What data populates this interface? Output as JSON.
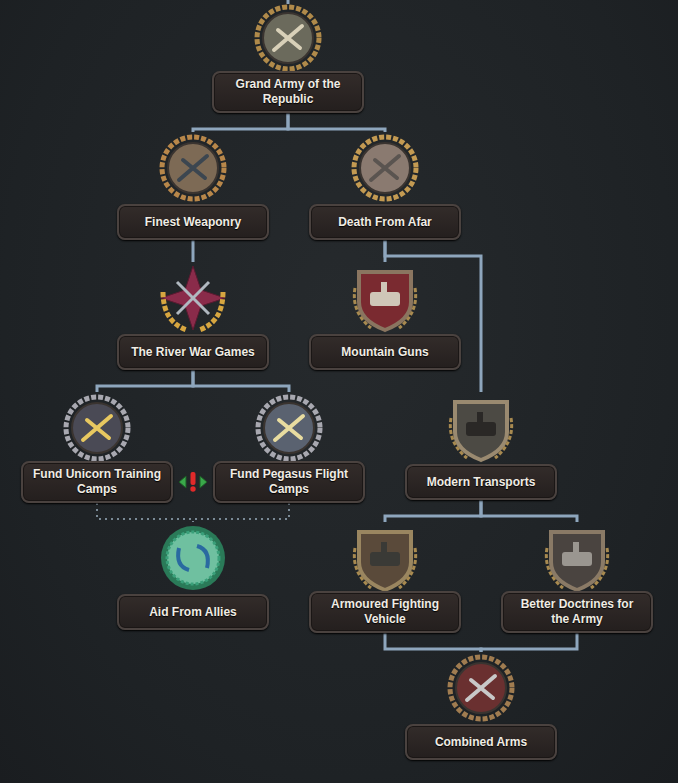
{
  "diagram": {
    "nodes": [
      {
        "text": [
          "Grand Army of the Republic"
        ]
      },
      {
        "text": [
          "Finest Weaponry"
        ]
      },
      {
        "text": [
          "Death From Afar"
        ]
      },
      {
        "text": [
          "The River War Games"
        ]
      },
      {
        "text": [
          "Mountain Guns"
        ]
      },
      {
        "text": [
          "Fund Unicorn Training Camps"
        ]
      },
      {
        "text": [
          "Fund Pegasus Flight Camps"
        ]
      },
      {
        "text": [
          "Modern Transports"
        ]
      },
      {
        "text": [
          "Aid From Allies"
        ]
      },
      {
        "text": [
          "Armoured Fighting Vehicle"
        ]
      },
      {
        "text": [
          "Better Doctrines for the Army"
        ]
      },
      {
        "text": [
          "Combined Arms"
        ]
      }
    ],
    "edges": [
      {
        "from": 0,
        "to": 1,
        "arrow": "none"
      },
      {
        "from": 0,
        "to": 2,
        "arrow": "none"
      },
      {
        "from": 1,
        "to": 3,
        "arrow": "none"
      },
      {
        "from": 2,
        "to": 4,
        "arrow": "none"
      },
      {
        "from": 2,
        "to": 7,
        "arrow": "none"
      },
      {
        "from": 3,
        "to": 5,
        "arrow": "none"
      },
      {
        "from": 3,
        "to": 6,
        "arrow": "none"
      },
      {
        "from": 5,
        "to": 8,
        "arrow": "none"
      },
      {
        "from": 6,
        "to": 8,
        "arrow": "none"
      },
      {
        "from": 7,
        "to": 9,
        "arrow": "none"
      },
      {
        "from": 7,
        "to": 10,
        "arrow": "none"
      },
      {
        "from": 9,
        "to": 11,
        "arrow": "none"
      },
      {
        "from": 10,
        "to": 11,
        "arrow": "none"
      }
    ]
  }
}
